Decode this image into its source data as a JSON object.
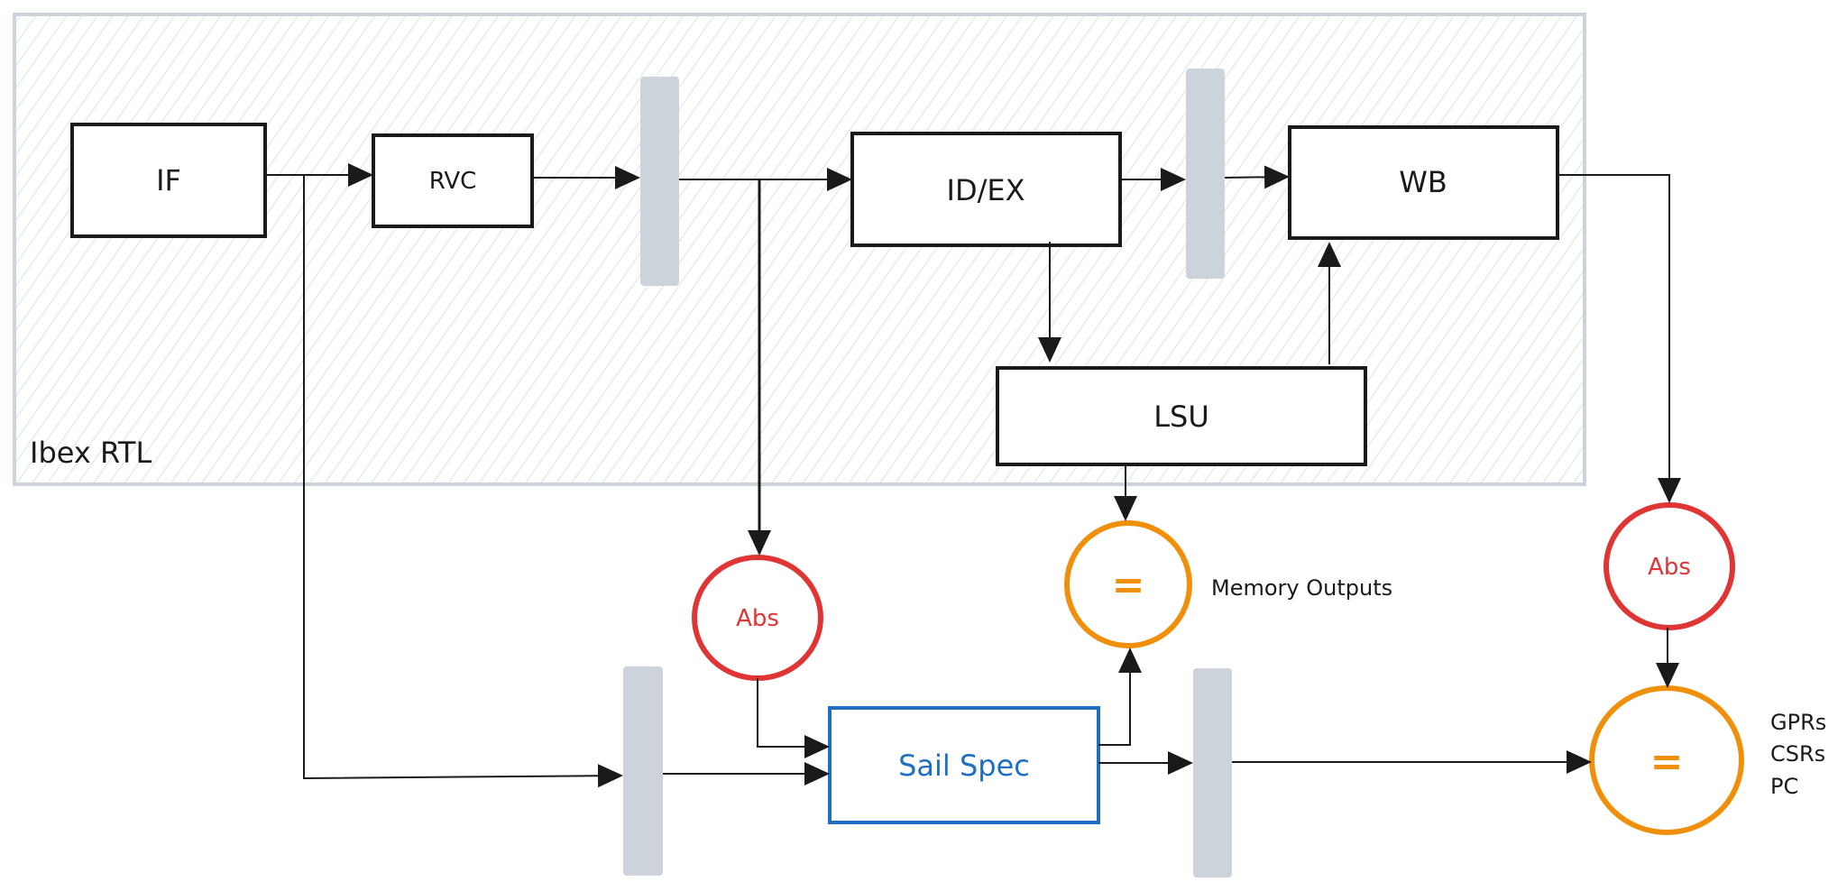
{
  "diagram": {
    "region": {
      "label": "Ibex RTL"
    },
    "blocks": {
      "if": "IF",
      "rvc": "RVC",
      "idex": "ID/EX",
      "wb": "WB",
      "lsu": "LSU",
      "sail": "Sail Spec"
    },
    "abs_nodes": {
      "abs1": "Abs",
      "abs2": "Abs"
    },
    "compare_nodes": {
      "mem": "=",
      "final": "="
    },
    "annotations": {
      "memory_outputs": "Memory Outputs",
      "state": [
        "GPRs",
        "CSRs",
        "PC"
      ]
    },
    "colors": {
      "block_stroke": "#1a1a1a",
      "sail_stroke": "#1f6fc2",
      "sail_text": "#1f6fc2",
      "abs_stroke": "#e03535",
      "abs_text": "#e03535",
      "compare_stroke": "#f0900a",
      "compare_text": "#f0900a",
      "register_fill": "#cdd3da",
      "region_border": "#cdd3da",
      "hatch": "#dde1e6"
    }
  }
}
